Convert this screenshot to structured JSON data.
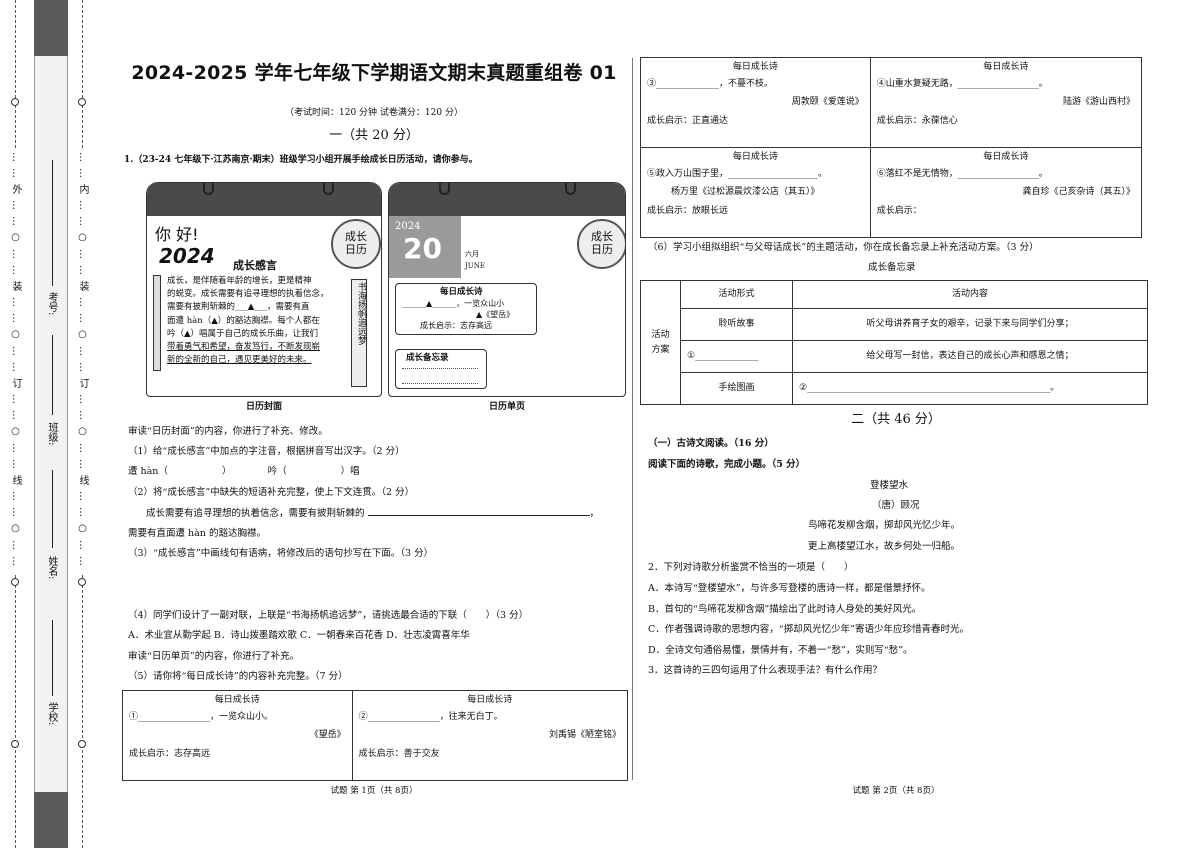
{
  "margin": {
    "outer_label": "……外……○……装……○……订……○……线……○……",
    "inner_label": "……内……○……装……○……订……○……线……○……",
    "school": "学校:",
    "name": "姓名:",
    "class": "班级:",
    "exam_no": "考号:"
  },
  "header": {
    "title": "2024-2025 学年七年级下学期语文期末真题重组卷 01",
    "exam_info": "（考试时间：120 分钟    试卷满分：120 分）",
    "section1": "一（共 20 分）"
  },
  "q1": {
    "intro": "1.（23-24 七年级下·江苏南京·期末）班级学习小组开展手绘成长日历活动，请你参与。",
    "cover": {
      "greeting": "你 好!",
      "year": "2024",
      "badge_line1": "成长",
      "badge_line2": "日历",
      "heading": "成长感言",
      "text_lines": [
        "成长，是伴随着年龄的增长，更是精神",
        "的蜕变。成长需要有追寻理想的执着信念，",
        "需要有披荆斩棘的___▲___，需要有直",
        "面遭 hàn（▲）的豁达胸襟。每个人都在",
        "吟（▲）唱属于自己的成长乐曲，让我们",
        "带着勇气和希望，奋发笃行，不断发现崭",
        "新的全新的自己，遇见更美好的未来。"
      ],
      "couplet": "书海扬帆追远梦",
      "caption": "日历封面"
    },
    "page": {
      "year": "2024",
      "day": "20",
      "month_cn": "六月",
      "month_en": "JUNE",
      "badge_line1": "成长",
      "badge_line2": "日历",
      "poem_heading": "每日成长诗",
      "poem_line": "______▲______，一览众山小",
      "poem_source": "▲《望岳》",
      "poem_lesson": "成长启示：志存高远",
      "memo_heading": "成长备忘录",
      "caption": "日历单页"
    },
    "read_cover": "审读“日历封面”的内容，你进行了补充、修改。",
    "s1": "（1）给“成长感言”中加点的字注音，根据拼音写出汉字。（2 分）",
    "s1_a": "遭 hàn（",
    "s1_b": "）",
    "s1_c": "吟（",
    "s1_d": "）唱",
    "s2": "（2）将“成长感言”中缺失的短语补充完整，使上下文连贯。（2 分）",
    "s2_line1": "成长需要有追寻理想的执着信念，需要有披荆斩棘的",
    "s2_line2": "需要有直面遭 hàn 的豁达胸襟。",
    "s3": "（3）“成长感言”中画线句有语病，将修改后的语句抄写在下面。（3 分）",
    "s4": "（4）同学们设计了一副对联，上联是“书海扬帆追远梦”，请挑选最合适的下联（　　）（3 分）",
    "s4_options": "A．术业宜从勤学起    B．诗山拨墨踏欢歌    C．一朝春来百花香    D．壮志凌霄喜年华",
    "read_page": "审读“日历单页”的内容，你进行了补充。",
    "s5": "（5）请你将“每日成长诗”的内容补充完整。（7 分）"
  },
  "poems": [
    {
      "heading": "每日成长诗",
      "line": "①________________，一览众山小。",
      "source": "《望岳》",
      "lesson": "成长启示：志存高远"
    },
    {
      "heading": "每日成长诗",
      "line": "②________________，往来无白丁。",
      "source": "刘禹锡《陋室铭》",
      "lesson": "成长启示：善于交友"
    },
    {
      "heading": "每日成长诗",
      "line": "③______________，不蔓不枝。",
      "source": "周敦颐《爱莲说》",
      "lesson": "成长启示：正直通达"
    },
    {
      "heading": "每日成长诗",
      "line": "④山重水复疑无路，__________________。",
      "source": "陆游《游山西村》",
      "lesson": "成长启示：永葆信心"
    },
    {
      "heading": "每日成长诗",
      "line": "⑤政入万山围子里，____________________。",
      "source": "杨万里《过松源晨炊漆公店（其五）》",
      "lesson": "成长启示：放眼长远"
    },
    {
      "heading": "每日成长诗",
      "line": "⑥落红不是无情物，__________________。",
      "source": "龚自珍《己亥杂诗（其五）》",
      "lesson": "成长启示："
    }
  ],
  "s6": {
    "intro": "（6）学习小组拟组织“与父母话成长”的主题活动，你在成长备忘录上补充活动方案。（3 分）",
    "table_title": "成长备忘录",
    "row_head": "活动方案",
    "col1": "活动形式",
    "col2": "活动内容",
    "rows": [
      {
        "form": "聆听故事",
        "content": "听父母讲养育子女的艰辛，记录下来与同学们分享；"
      },
      {
        "form": "①______________",
        "content": "给父母写一封信，表达自己的成长心声和感恩之情；"
      },
      {
        "form": "手绘图画",
        "content": "②______________________________________________________。"
      }
    ]
  },
  "section2": {
    "head": "二（共 46 分）",
    "sub": "（一）古诗文阅读。（16 分）",
    "instr": "阅读下面的诗歌，完成小题。（5 分）",
    "poem_title": "登楼望水",
    "poem_author": "（唐）顾况",
    "poem_l1": "鸟啼花发柳含烟，掷却风光忆少年。",
    "poem_l2": "更上高楼望江水，故乡何处一归船。",
    "q2": "2．下列对诗歌分析鉴赏不恰当的一项是（　　）",
    "q2_a": "A．本诗写“登楼望水”，与许多写登楼的唐诗一样，都是借景抒怀。",
    "q2_b": "B．首句的“鸟啼花发柳含烟”描绘出了此时诗人身处的美好风光。",
    "q2_c": "C．作者强调诗歌的思想内容，“掷却风光忆少年”寄语少年应珍惜青春时光。",
    "q2_d": "D．全诗文句通俗易懂，景情并有，不着一“愁”，实则写“愁”。",
    "q3": "3．这首诗的三四句运用了什么表现手法？有什么作用？"
  },
  "footer": {
    "p1": "试题  第 1页（共 8页）",
    "p2": "试题  第 2页（共 8页）"
  }
}
